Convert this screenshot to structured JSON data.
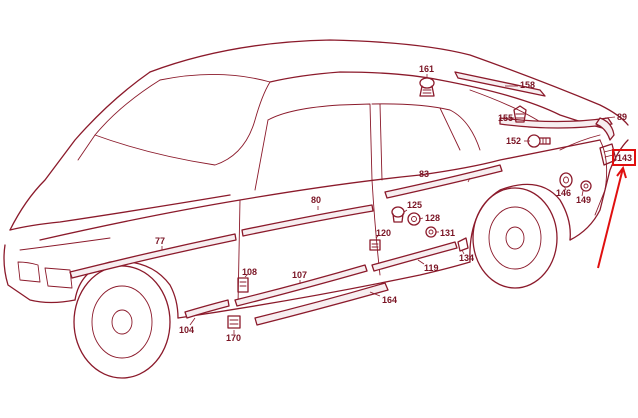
{
  "diagram": {
    "labels": {
      "p161": "161",
      "p158": "158",
      "p89": "89",
      "p155": "155",
      "p152": "152",
      "p143": "143",
      "p83": "83",
      "p146": "146",
      "p149": "149",
      "p80": "80",
      "p125": "125",
      "p128": "128",
      "p131": "131",
      "p77": "77",
      "p120": "120",
      "p134": "134",
      "p119": "119",
      "p108": "108",
      "p107": "107",
      "p164": "164",
      "p104": "104",
      "p170": "170"
    },
    "highlight": {
      "part": "143",
      "color": "#e01010"
    },
    "line_color": "#8b1a2b"
  }
}
